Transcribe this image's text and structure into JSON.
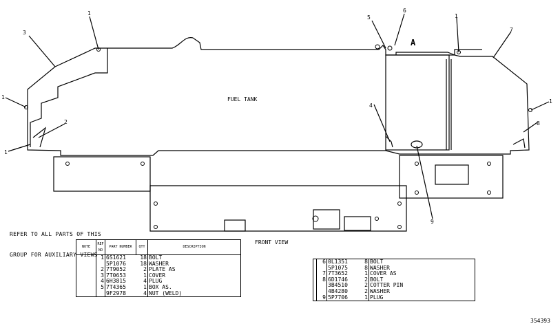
{
  "drawing": {
    "title": "FUEL TANK",
    "view_label": "FRONT VIEW",
    "detail_label": "A",
    "drawing_number": "354393",
    "note": [
      "REFER TO ALL PARTS OF THIS",
      "GROUP FOR AUXILIARY VIEWS"
    ],
    "callouts": [
      "1",
      "3",
      "1",
      "2",
      "1",
      "5",
      "6",
      "1",
      "7",
      "4",
      "1",
      "8",
      "9"
    ]
  },
  "parts_table_headers": {
    "note": "NOTE",
    "ref_no": "REF NO",
    "part_number": "PART NUMBER",
    "qty": "QTY",
    "description": "DESCRIPTION"
  },
  "parts_left": [
    {
      "ref": "1",
      "part": "6S1621",
      "qty": "18",
      "desc": "BOLT"
    },
    {
      "ref": "",
      "part": "5P1076",
      "qty": "18",
      "desc": "WASHER"
    },
    {
      "ref": "2",
      "part": "7T9052",
      "qty": "2",
      "desc": "PLATE AS"
    },
    {
      "ref": "3",
      "part": "7T0653",
      "qty": "1",
      "desc": "COVER"
    },
    {
      "ref": "4",
      "part": "6H3815",
      "qty": "4",
      "desc": "PLUG"
    },
    {
      "ref": "5",
      "part": "7T4365",
      "qty": "1",
      "desc": "BOX AS."
    },
    {
      "ref": "",
      "part": "9F2978",
      "qty": "4",
      "desc": "NUT (WELD)"
    }
  ],
  "parts_right": [
    {
      "ref": "6",
      "part": "0L1351",
      "qty": "8",
      "desc": "BOLT"
    },
    {
      "ref": "",
      "part": "5P1075",
      "qty": "8",
      "desc": "WASHER"
    },
    {
      "ref": "7",
      "part": "7T3652",
      "qty": "1",
      "desc": "COVER AS"
    },
    {
      "ref": "8",
      "part": "6D1746",
      "qty": "2",
      "desc": "BOLT"
    },
    {
      "ref": "",
      "part": "3B4510",
      "qty": "2",
      "desc": "COTTER PIN"
    },
    {
      "ref": "",
      "part": "4B4280",
      "qty": "2",
      "desc": "WASHER"
    },
    {
      "ref": "9",
      "part": "5P7706",
      "qty": "1",
      "desc": "PLUG"
    }
  ]
}
